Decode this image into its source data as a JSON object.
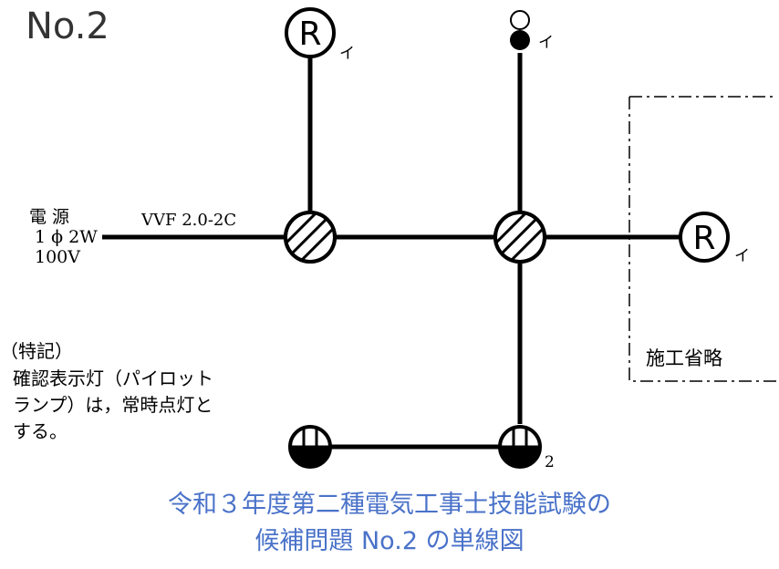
{
  "title": "No.2",
  "power_source": {
    "line1": "電 源",
    "line2": "1 ϕ 2W",
    "line3": "100V"
  },
  "cable_label": "VVF 2.0-2C",
  "fixtures": {
    "receptacle_symbol": "R",
    "pilot_symbol_label": "イ",
    "label_top_left": "イ",
    "label_top_center": "イ",
    "label_right": "イ",
    "switch_label": "2"
  },
  "notes": {
    "heading": "（特記）",
    "line1": "確認表示灯（パイロット",
    "line2": "ランプ）は，常時点灯と",
    "line3": "する。"
  },
  "omitted_label": "施工省略",
  "caption": {
    "line1": "令和３年度第二種電気工事士技能試験の",
    "line2": "候補問題 No.2 の単線図"
  },
  "colors": {
    "line": "#000000",
    "caption": "#4a72c9"
  }
}
